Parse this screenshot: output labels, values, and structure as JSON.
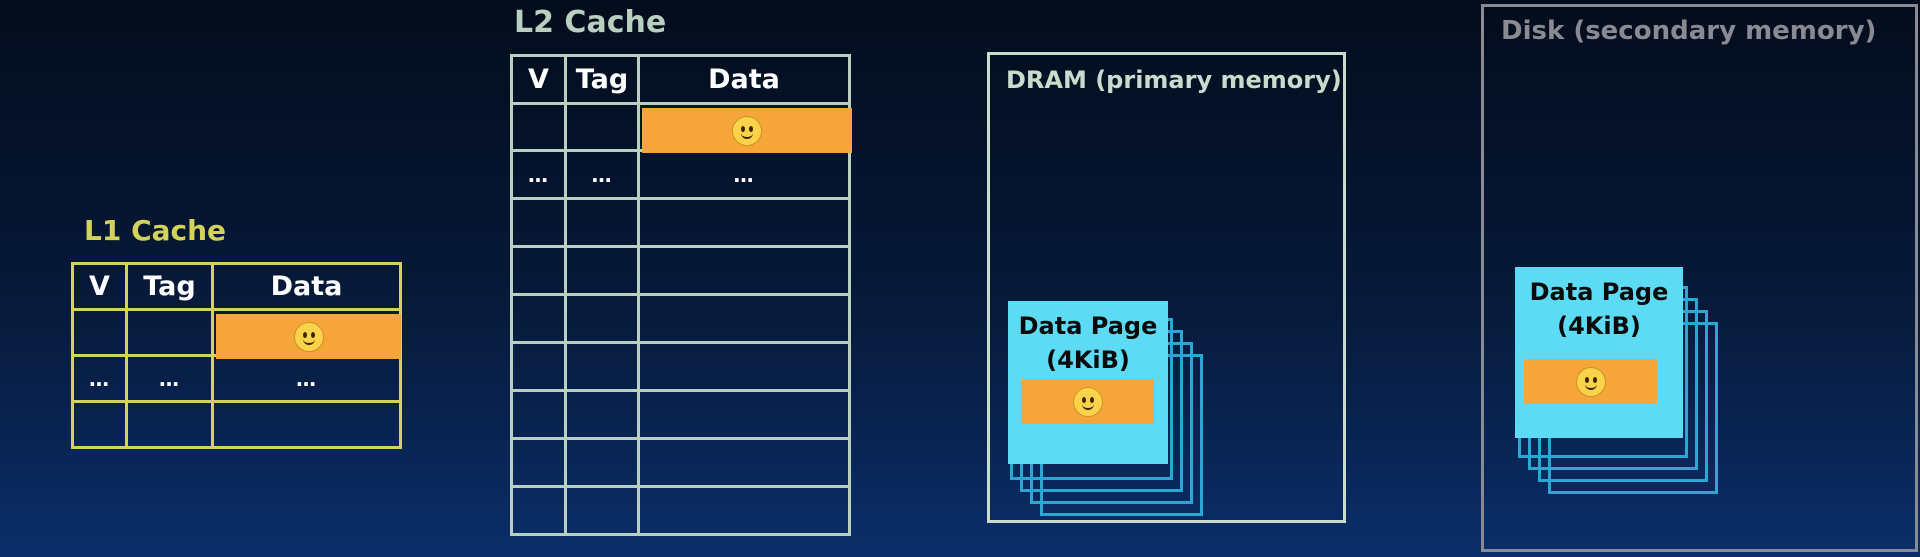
{
  "colors": {
    "l1_border": "#d3d35c",
    "l2_border": "#b9cfc0",
    "dram_border": "#c7dccc",
    "disk_border": "#8a8a92",
    "data_block": "#f6a53a",
    "page_fill": "#5ddaf4",
    "page_outline": "#2aa7d2"
  },
  "l1": {
    "title": "L1 Cache",
    "headers": [
      "V",
      "Tag",
      "Data"
    ],
    "dots_row": [
      "…",
      "…",
      "…"
    ],
    "data_icon": "smiley-icon"
  },
  "l2": {
    "title": "L2 Cache",
    "headers": [
      "V",
      "Tag",
      "Data"
    ],
    "dots_row": [
      "…",
      "…",
      "…"
    ],
    "data_icon": "smiley-icon"
  },
  "dram": {
    "title": "DRAM (primary memory)",
    "page_label_line1": "Data Page",
    "page_label_line2": "(4KiB)",
    "data_icon": "smiley-icon"
  },
  "disk": {
    "title": "Disk (secondary memory)",
    "page_label_line1": "Data Page",
    "page_label_line2": "(4KiB)",
    "data_icon": "smiley-icon"
  }
}
